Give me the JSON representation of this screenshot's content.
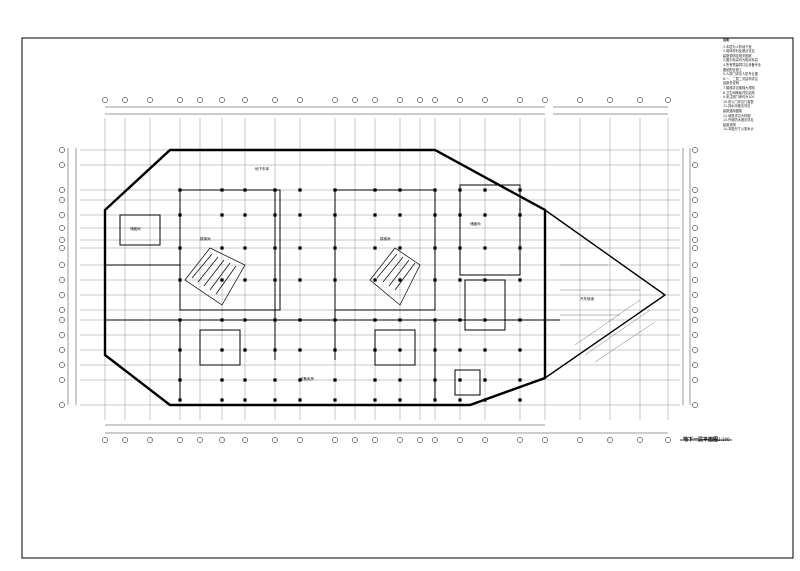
{
  "sheet": {
    "title": "地下一层平面图",
    "scale": "1:100"
  },
  "notes": {
    "heading": "说明",
    "lines": [
      "1.本层为人防地下室",
      "2.墙体材料及做法详见",
      "  建施说明及相关图纸",
      "3.图中标高均为相对标高",
      "4.所有预留洞口见设备专业",
      "  图纸配合施工",
      "5.人防门详见人防专业图",
      "6.一、二层二次结构详见",
      "  结施总说明",
      "7.楼梯详见楼梯大样图",
      "8.卫生间降板详见结构",
      "9.未注明门垛均为100",
      "10.防火门详见门窗表",
      "11.排水沟做法详见",
      "  建施通用图集",
      "12.坡道详见大样图",
      "13.外墙防水做法详见",
      "  建施说明",
      "14.本图尺寸以毫米计"
    ]
  },
  "labels": {
    "ramp": "汽车坡道",
    "garage": "地下车库",
    "equip": "设备用房",
    "stair_a": "楼梯间",
    "stair_b": "楼梯间",
    "room_a": "储藏间",
    "room_b": "储藏间"
  }
}
